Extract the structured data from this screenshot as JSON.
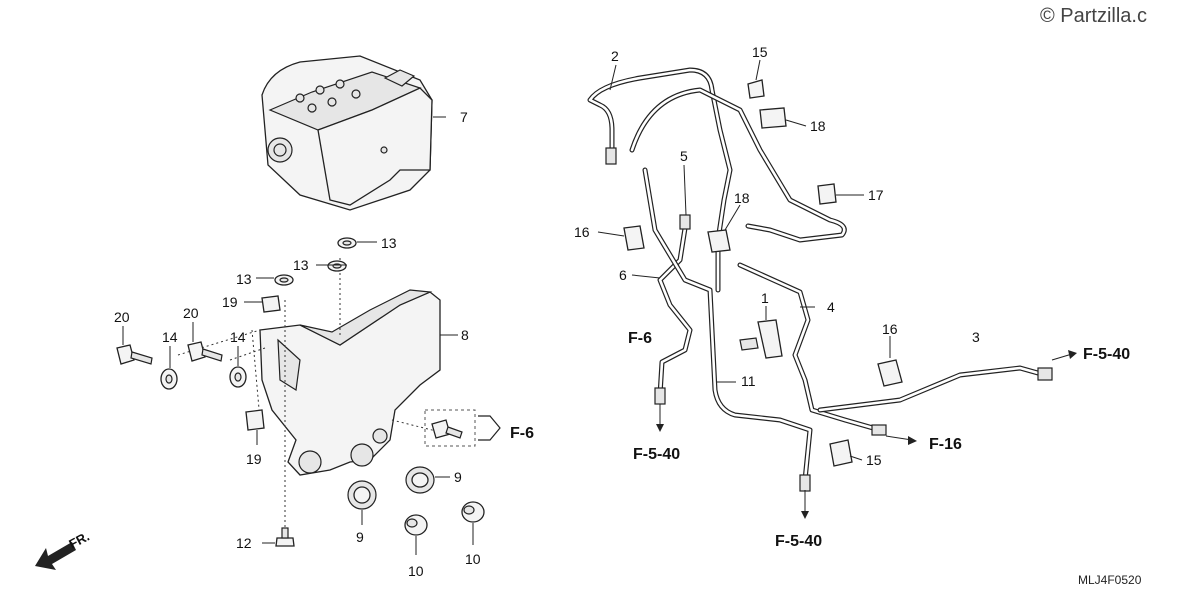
{
  "watermark": "© Partzilla.c",
  "diagram_code": "MLJ4F0520",
  "direction_label": "FR.",
  "part_numbers": {
    "n1": "1",
    "n2": "2",
    "n3": "3",
    "n4": "4",
    "n5": "5",
    "n6": "6",
    "n7": "7",
    "n8": "8",
    "n9a": "9",
    "n9b": "9",
    "n10a": "10",
    "n10b": "10",
    "n11": "11",
    "n12": "12",
    "n13a": "13",
    "n13b": "13",
    "n13c": "13",
    "n14a": "14",
    "n14b": "14",
    "n15a": "15",
    "n15b": "15",
    "n16a": "16",
    "n16b": "16",
    "n17": "17",
    "n18a": "18",
    "n18b": "18",
    "n19a": "19",
    "n19b": "19",
    "n20a": "20",
    "n20b": "20"
  },
  "references": {
    "f6_right": "F-6",
    "f6_left": "F-6",
    "f540_left": "F-5-40",
    "f540_bottom": "F-5-40",
    "f540_right": "F-5-40",
    "f16": "F-16"
  }
}
